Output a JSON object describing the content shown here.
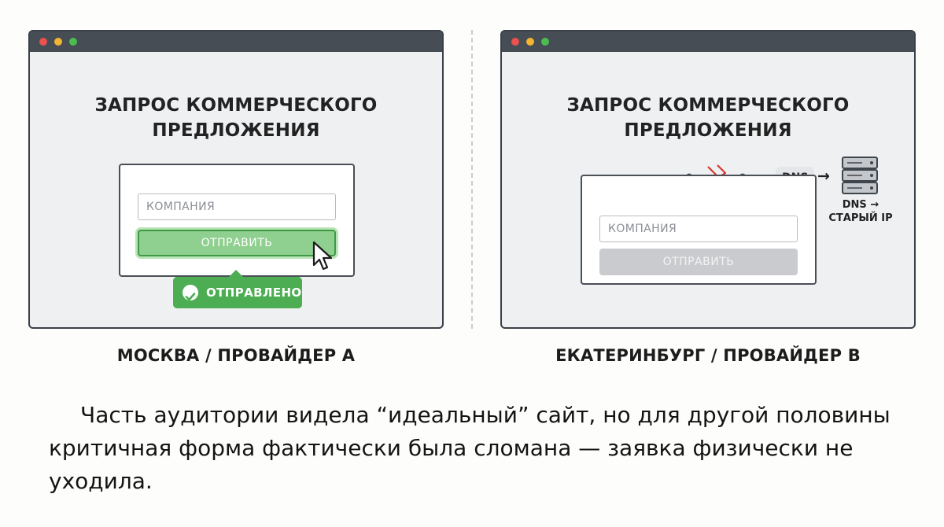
{
  "left_panel": {
    "title_line1": "ЗАПРОС КОММЕРЧЕСКОГО",
    "title_line2": "ПРЕДЛОЖЕНИЯ",
    "input_placeholder": "КОМПАНИЯ",
    "submit_label": "ОТПРАВИТЬ",
    "toast_text": "ОТПРАВЛЕНО",
    "caption": "МОСКВА / ПРОВАЙДЕР А"
  },
  "right_panel": {
    "title_line1": "ЗАПРОС КОММЕРЧЕСКОГО",
    "title_line2": "ПРЕДЛОЖЕНИЯ",
    "input_placeholder": "КОМПАНИЯ",
    "submit_label": "ОТПРАВИТЬ",
    "dns_label": "DNS",
    "dns_arrow": "→",
    "server_caption_line1": "DNS →",
    "server_caption_line2": "СТАРЫЙ IP",
    "caption": "ЕКАТЕРИНБУРГ / ПРОВАЙДЕР В"
  },
  "footer_text": "Часть аудитории видела “идеальный” сайт, но для другой половины критичная форма фактически была сломана — заявка физически не уходила.",
  "colors": {
    "titlebar": "#474d55",
    "success_green": "#4cad52",
    "button_green": "#8fcf8f",
    "button_disabled": "#c9cbce",
    "break_red": "#d9352f"
  },
  "icons": {
    "cursor": "pointer-cursor-icon",
    "check": "check-circle-icon",
    "server": "server-rack-icon",
    "broken_link": "broken-connection-icon"
  }
}
